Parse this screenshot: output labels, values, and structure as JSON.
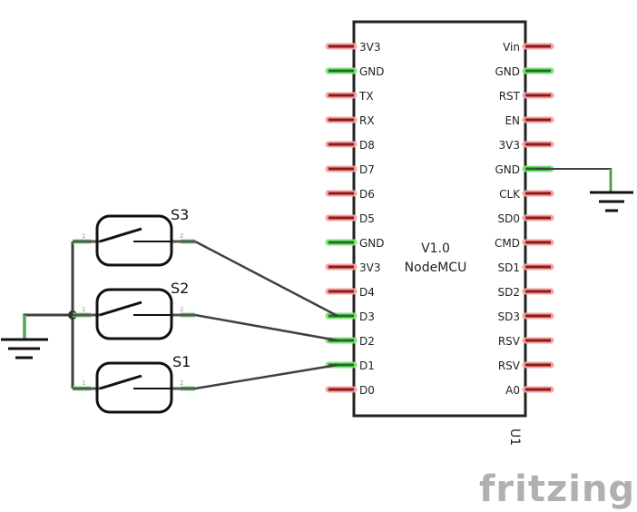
{
  "chip": {
    "ref": "U1",
    "version": "V1.0",
    "name": "NodeMCU",
    "left_pins": [
      "3V3",
      "GND",
      "TX",
      "RX",
      "D8",
      "D7",
      "D6",
      "D5",
      "GND",
      "3V3",
      "D4",
      "D3",
      "D2",
      "D1",
      "D0"
    ],
    "right_pins": [
      "Vin",
      "GND",
      "RST",
      "EN",
      "3V3",
      "GND",
      "CLK",
      "SD0",
      "CMD",
      "SD1",
      "SD2",
      "SD3",
      "RSV",
      "RSV",
      "A0"
    ],
    "left_connected": [
      1,
      8,
      11,
      12,
      13
    ],
    "right_connected": [
      1,
      5
    ]
  },
  "switches": [
    {
      "label": "S3",
      "pin1": "1",
      "pin2": "2"
    },
    {
      "label": "S2",
      "pin1": "1",
      "pin2": "2"
    },
    {
      "label": "S1",
      "pin1": "1",
      "pin2": "2"
    }
  ],
  "colors": {
    "pin_unconnected": "#8b1a1a",
    "pin_connected": "#1f6e1f",
    "wire": "#404040"
  },
  "logo": "fritzing"
}
